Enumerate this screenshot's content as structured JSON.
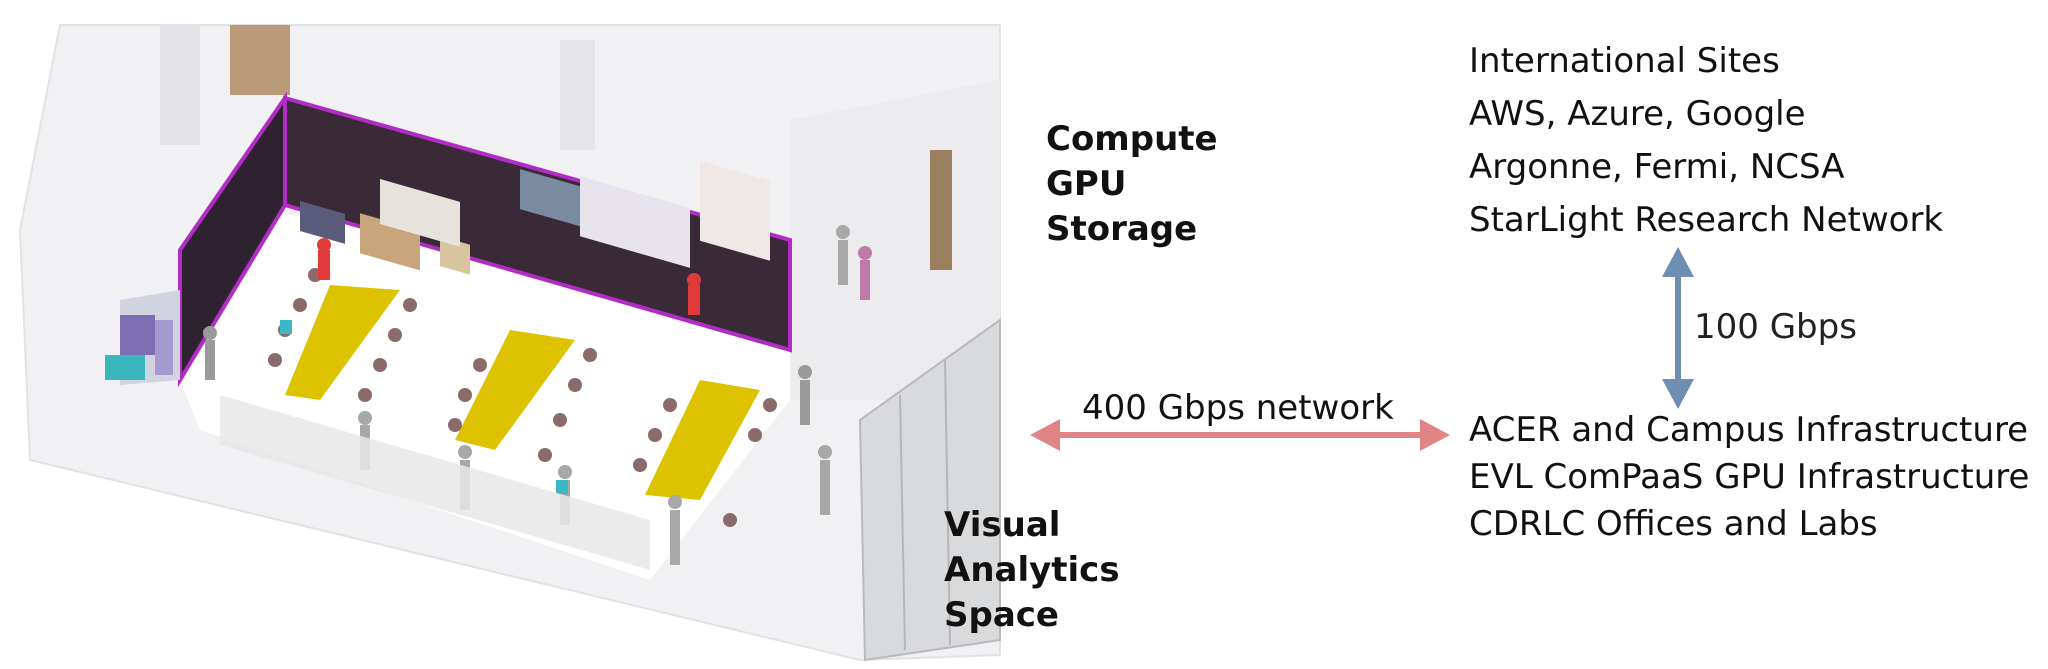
{
  "compute_label": [
    "Compute",
    "GPU",
    "Storage"
  ],
  "visual_analytics_label": [
    "Visual",
    "Analytics",
    "Space"
  ],
  "external_sites": [
    "International Sites",
    "AWS, Azure, Google",
    "Argonne, Fermi, NCSA",
    "StarLight Research Network"
  ],
  "campus_sites": [
    "ACER and Campus Infrastructure",
    "EVL ComPaaS GPU Infrastructure",
    "CDRLC Offices and Labs"
  ],
  "network_link_label": "400 Gbps network",
  "uplink_label": "100 Gbps",
  "colors": {
    "network_arrow": "#e08585",
    "uplink_arrow": "#6f8fb2",
    "table": "#ddc200",
    "wall_border": "#b02cc4"
  }
}
